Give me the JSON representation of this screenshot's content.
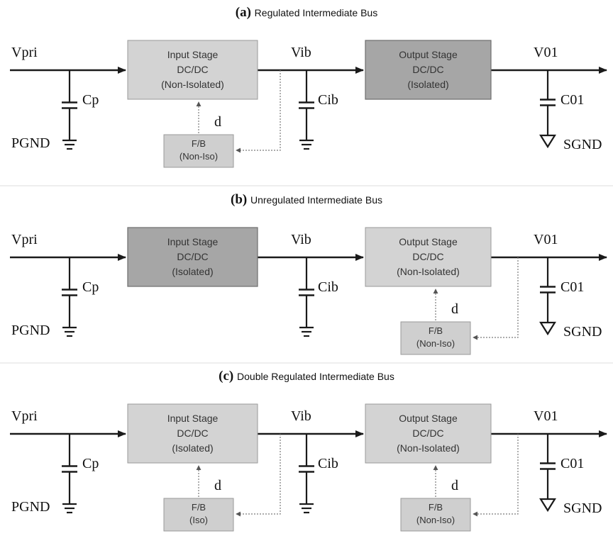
{
  "panels": [
    {
      "letter": "(a)",
      "title": "Regulated Intermediate Bus",
      "input_stage": [
        "Input Stage",
        "DC/DC",
        "(Non-Isolated)"
      ],
      "output_stage": [
        "Output Stage",
        "DC/DC",
        "(Isolated)"
      ],
      "input_dark": false,
      "output_dark": true,
      "input_fb": [
        "F/B",
        "(Non-Iso)"
      ],
      "output_fb": null,
      "vpri": "Vpri",
      "cp": "Cp",
      "pgnd": "PGND",
      "vib": "Vib",
      "cib": "Cib",
      "v01": "V01",
      "c01": "C01",
      "sgnd": "SGND",
      "d": "d"
    },
    {
      "letter": "(b)",
      "title": "Unregulated Intermediate Bus",
      "input_stage": [
        "Input Stage",
        "DC/DC",
        "(Isolated)"
      ],
      "output_stage": [
        "Output Stage",
        "DC/DC",
        "(Non-Isolated)"
      ],
      "input_dark": true,
      "output_dark": false,
      "input_fb": null,
      "output_fb": [
        "F/B",
        "(Non-Iso)"
      ],
      "vpri": "Vpri",
      "cp": "Cp",
      "pgnd": "PGND",
      "vib": "Vib",
      "cib": "Cib",
      "v01": "V01",
      "c01": "C01",
      "sgnd": "SGND",
      "d": "d"
    },
    {
      "letter": "(c)",
      "title": "Double Regulated Intermediate Bus",
      "input_stage": [
        "Input Stage",
        "DC/DC",
        "(Isolated)"
      ],
      "output_stage": [
        "Output Stage",
        "DC/DC",
        "(Non-Isolated)"
      ],
      "input_dark": false,
      "output_dark": false,
      "input_fb": [
        "F/B",
        "(Iso)"
      ],
      "output_fb": [
        "F/B",
        "(Non-Iso)"
      ],
      "vpri": "Vpri",
      "cp": "Cp",
      "pgnd": "PGND",
      "vib": "Vib",
      "cib": "Cib",
      "v01": "V01",
      "c01": "C01",
      "sgnd": "SGND",
      "d": "d"
    }
  ]
}
